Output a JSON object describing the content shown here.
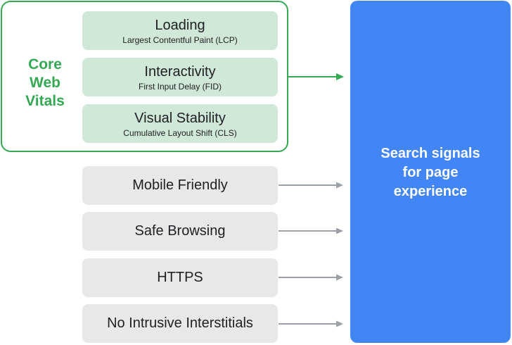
{
  "core_web_vitals": {
    "label_lines": [
      "Core",
      "Web",
      "Vitals"
    ],
    "metrics": [
      {
        "title": "Loading",
        "subtitle": "Largest Contentful Paint (LCP)"
      },
      {
        "title": "Interactivity",
        "subtitle": "First Input Delay (FID)"
      },
      {
        "title": "Visual Stability",
        "subtitle": "Cumulative Layout Shift (CLS)"
      }
    ]
  },
  "other_signals": [
    "Mobile Friendly",
    "Safe Browsing",
    "HTTPS",
    "No Intrusive Interstitials"
  ],
  "result": {
    "lines": [
      "Search signals",
      "for page",
      "experience"
    ]
  },
  "colors": {
    "core_green": "#34a853",
    "metric_fill": "#cfe8d7",
    "signal_fill": "#e8e8e8",
    "result_blue": "#4285f4",
    "arrow_gray": "#9aa0a6"
  }
}
